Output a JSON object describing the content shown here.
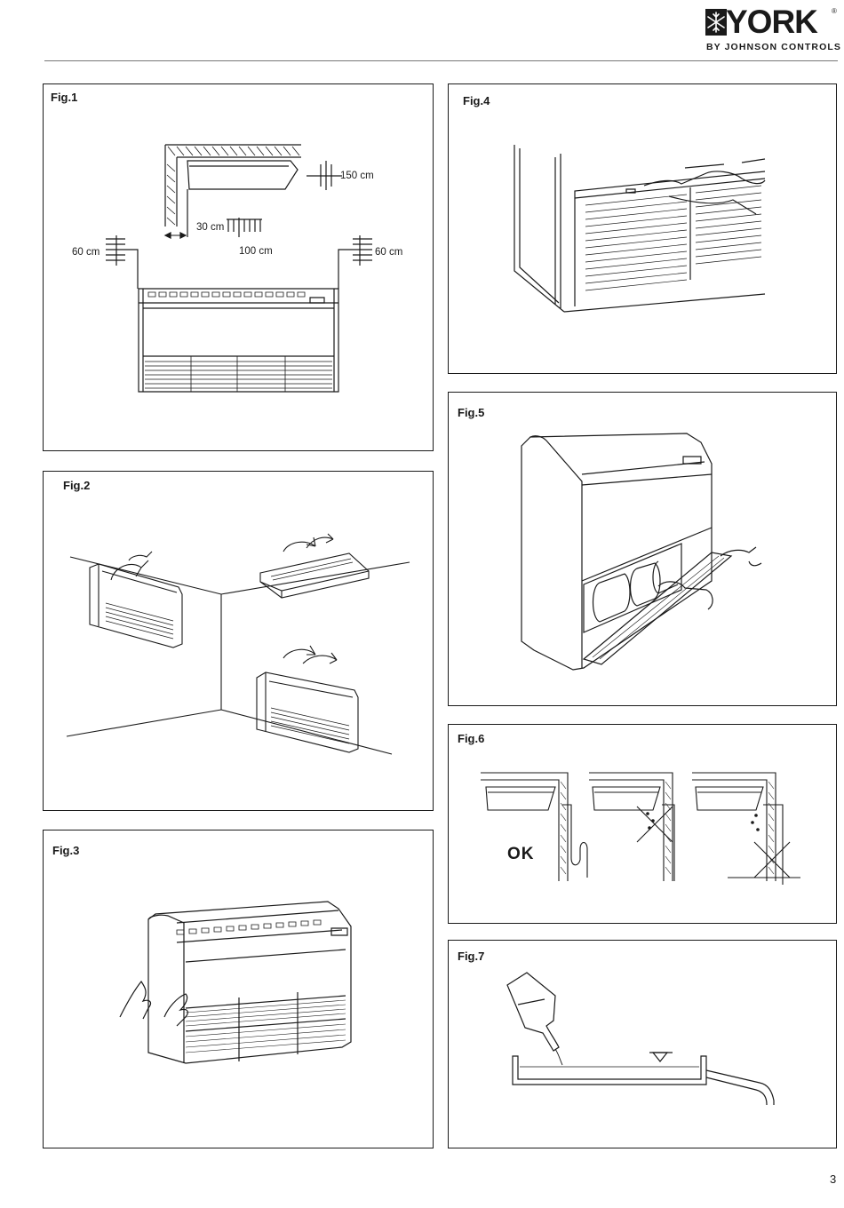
{
  "header": {
    "brand": "YORK",
    "tagline": "BY JOHNSON CONTROLS",
    "logo_icon": "snowflake-icon"
  },
  "figures": {
    "fig1": {
      "title": "Fig.1",
      "dims": [
        "150 cm",
        "30 cm",
        "100 cm",
        "60 cm",
        "60 cm"
      ]
    },
    "fig2": {
      "title": "Fig.2"
    },
    "fig3": {
      "title": "Fig.3"
    },
    "fig4": {
      "title": "Fig.4"
    },
    "fig5": {
      "title": "Fig.5"
    },
    "fig6": {
      "title": "Fig.6",
      "ok_label": "OK"
    },
    "fig7": {
      "title": "Fig.7"
    }
  },
  "page_number": "3"
}
